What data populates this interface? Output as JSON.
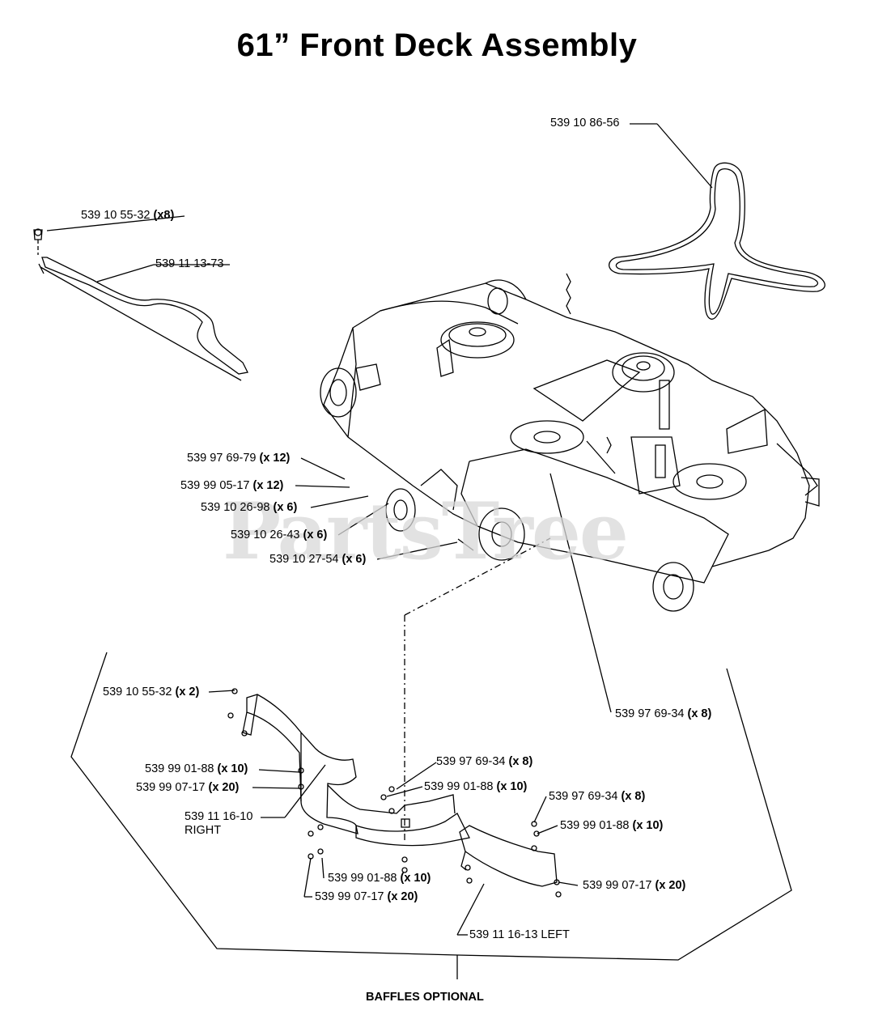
{
  "title": "61” Front Deck Assembly",
  "watermark": "PartsTree",
  "footer_label": "BAFFLES OPTIONAL",
  "labels": {
    "belt": {
      "part": "539 10 86-56",
      "qty": ""
    },
    "cap_screw_top": {
      "part": "539 10 55-32",
      "qty": "(x8)"
    },
    "blade": {
      "part": "539 11 13-73",
      "qty": ""
    },
    "nut_12": {
      "part": "539 97 69-79",
      "qty": "(x 12)"
    },
    "washer_12": {
      "part": "539 99 05-17",
      "qty": "(x 12)"
    },
    "spacer_6": {
      "part": "539 10 26-98",
      "qty": "(x 6)"
    },
    "wheel_6": {
      "part": "539 10 26-43",
      "qty": "(x 6)"
    },
    "bolt_6": {
      "part": "539 10 27-54",
      "qty": "(x 6)"
    },
    "nut_8_deck": {
      "part": "539 97 69-34",
      "qty": "(x 8)"
    },
    "cap_screw_2": {
      "part": "539 10 55-32",
      "qty": "(x 2)"
    },
    "bolt_10_left": {
      "part": "539 99 01-88",
      "qty": "(x 10)"
    },
    "washer_20_left": {
      "part": "539 99 07-17",
      "qty": "(x 20)"
    },
    "baffle_right": {
      "part": "539 11 16-10",
      "qty": "",
      "sub": "RIGHT"
    },
    "nut_8_mid": {
      "part": "539 97 69-34",
      "qty": "(x 8)"
    },
    "bolt_10_mid": {
      "part": "539 99 01-88",
      "qty": "(x 10)"
    },
    "nut_8_right": {
      "part": "539 97 69-34",
      "qty": "(x 8)"
    },
    "bolt_10_right": {
      "part": "539 99 01-88",
      "qty": "(x 10)"
    },
    "bolt_10_bottom": {
      "part": "539 99 01-88",
      "qty": "(x 10)"
    },
    "washer_20_bottom": {
      "part": "539 99 07-17",
      "qty": "(x 20)"
    },
    "washer_20_right": {
      "part": "539 99 07-17",
      "qty": "(x 20)"
    },
    "baffle_left": {
      "part": "539 11 16-13 LEFT",
      "qty": ""
    }
  }
}
